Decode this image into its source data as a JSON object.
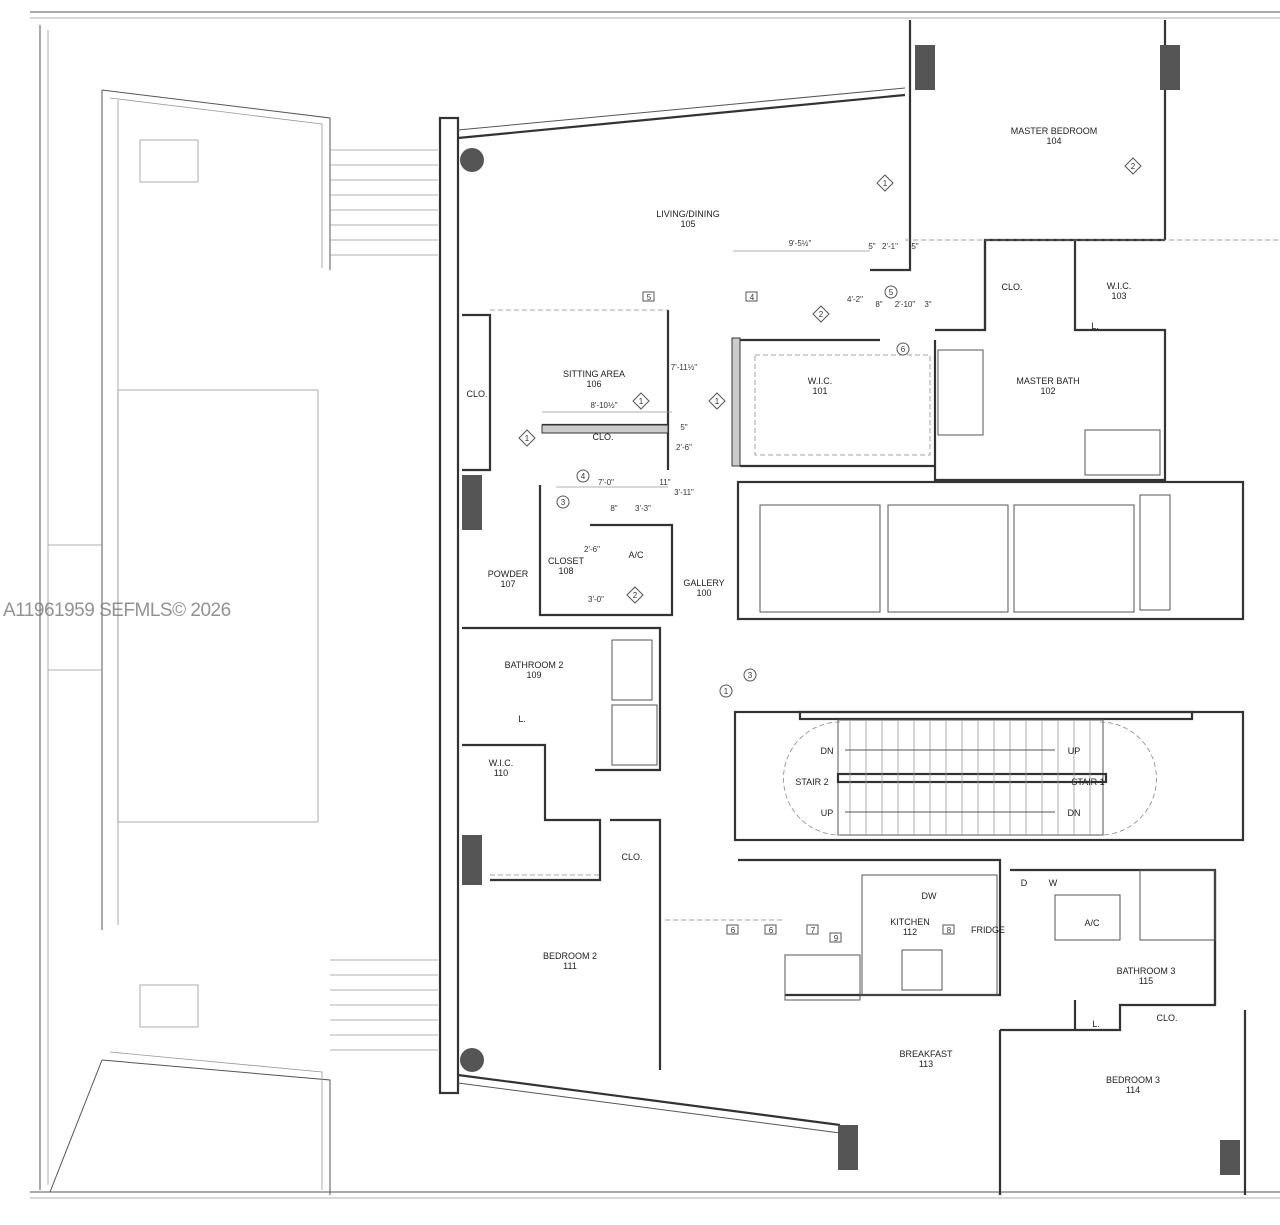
{
  "watermark": "A11961959  SEFMLS© 2026",
  "rooms": [
    {
      "name": "MASTER BEDROOM",
      "number": "104"
    },
    {
      "name": "LIVING/DINING",
      "number": "105"
    },
    {
      "name": "W.I.C.",
      "number": "103"
    },
    {
      "name": "SITTING AREA",
      "number": "106"
    },
    {
      "name": "W.I.C.",
      "number": "101"
    },
    {
      "name": "MASTER BATH",
      "number": "102"
    },
    {
      "name": "POWDER",
      "number": "107"
    },
    {
      "name": "CLOSET",
      "number": "108"
    },
    {
      "name": "GALLERY",
      "number": "100"
    },
    {
      "name": "BATHROOM 2",
      "number": "109"
    },
    {
      "name": "W.I.C.",
      "number": "110"
    },
    {
      "name": "BEDROOM 2",
      "number": "111"
    },
    {
      "name": "KITCHEN",
      "number": "112"
    },
    {
      "name": "BATHROOM 3",
      "number": "115"
    },
    {
      "name": "BREAKFAST",
      "number": "113"
    },
    {
      "name": "BEDROOM 3",
      "number": "114"
    }
  ],
  "labels": {
    "clo": "CLO.",
    "ac": "A/C",
    "laundry": "L.",
    "dw": "DW",
    "fridge": "FRIDGE",
    "dryer": "D",
    "washer": "W",
    "stair1": "STAIR 1",
    "stair2": "STAIR 2",
    "up": "UP",
    "dn": "DN"
  },
  "dimensions": [
    "9'-5½\"",
    "5\"",
    "2'-1\"",
    "5\"",
    "4'-2\"",
    "8\"",
    "2'-10\"",
    "3\"",
    "8'-10½\"",
    "7'-11½\"",
    "5\"",
    "2'-6\"",
    "7'-0\"",
    "11\"",
    "3'-11\"",
    "8\"",
    "3'-3\"",
    "2'-6\"",
    "3'-0\""
  ],
  "keynotes": [
    "1",
    "2",
    "3",
    "4",
    "5",
    "6",
    "7",
    "8",
    "9"
  ]
}
